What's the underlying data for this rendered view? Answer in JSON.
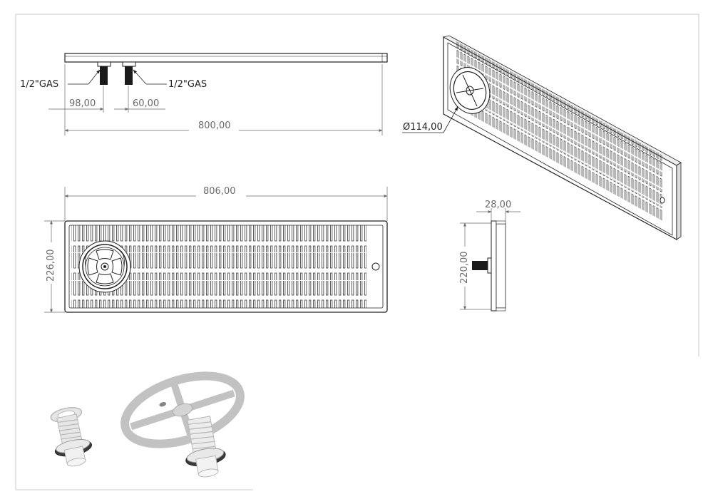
{
  "sheet": {
    "background": "#ffffff",
    "border_color": "#c8c8c8"
  },
  "colors": {
    "line": "#222222",
    "dim": "#6a6a6a",
    "fitting": "#1a1a1a",
    "render_gray": "#b8b8b8",
    "render_light": "#e6e6e6",
    "nut": "#3a3a3a"
  },
  "side_view": {
    "left_fitting_label": "1/2\"GAS",
    "right_fitting_label": "1/2\"GAS",
    "dim_left_spacing": "98,00",
    "dim_fitting_spacing": "60,00",
    "dim_length": "800,00"
  },
  "top_view": {
    "dim_width": "806,00",
    "dim_height": "226,00"
  },
  "iso_view": {
    "dim_drain_diameter": "Ø114,00"
  },
  "end_view": {
    "dim_depth": "28,00",
    "dim_height": "220,00"
  },
  "renders": {
    "left": "drain-fitting-render",
    "right": "drain-grate-with-fitting-render"
  }
}
